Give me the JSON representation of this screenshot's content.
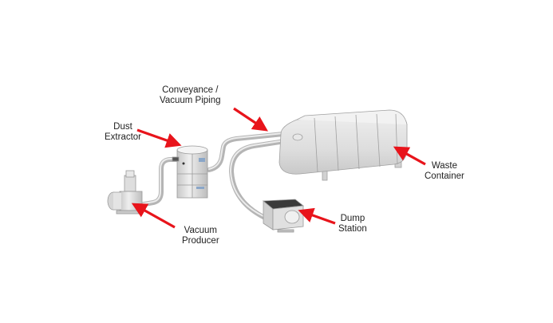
{
  "title": "Central Vacuum System Components",
  "components": [
    {
      "id": "conveyance",
      "lines": [
        "Conveyance /",
        "Vacuum Piping"
      ]
    },
    {
      "id": "dust_extractor",
      "lines": [
        "Dust",
        "Extractor"
      ]
    },
    {
      "id": "vacuum_producer",
      "lines": [
        "Vacuum",
        "Producer"
      ]
    },
    {
      "id": "waste_container",
      "lines": [
        "Waste",
        "Container"
      ]
    },
    {
      "id": "dump_station",
      "lines": [
        "Dump",
        "Station"
      ]
    }
  ],
  "colors": {
    "arrow": "#e8141b",
    "equipment": "#dcdcdc",
    "equipment_outline": "#9a9a9a",
    "text": "#222222"
  }
}
